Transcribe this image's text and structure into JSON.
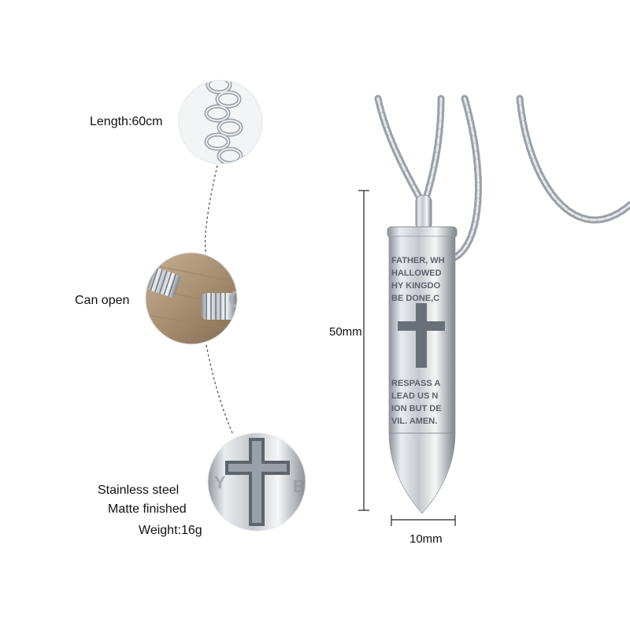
{
  "features": {
    "length_label": "Length:60cm",
    "open_label": "Can open",
    "material_label": "Stainless steel",
    "finish_label": "Matte finished",
    "weight_label": "Weight:16g"
  },
  "dimensions": {
    "height_label": "50mm",
    "width_label": "10mm"
  },
  "engraving": {
    "lines": [
      "FATHER, WH",
      "HALLOWED",
      "HY KINGDO",
      "BE DONE,C",
      "",
      "",
      "",
      "RESPASS A",
      "LEAD US N",
      "ION BUT DE",
      "VIL. AMEN."
    ]
  },
  "colors": {
    "steel": "#cfd3d8",
    "steel_dark": "#7a8088",
    "wood": "#b49a7c",
    "dashed": "#555555"
  }
}
